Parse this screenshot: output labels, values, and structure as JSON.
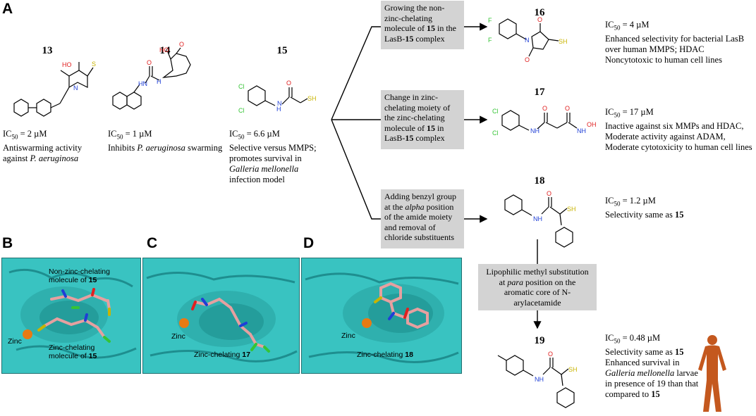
{
  "panels": {
    "A": "A",
    "B": "B",
    "C": "C",
    "D": "D"
  },
  "compounds": {
    "c13": {
      "num": "13",
      "ic50_prefix": "IC",
      "ic50_sub": "50",
      "ic50_value": " = 2 µM",
      "lines": [
        "Antiswarming activity",
        "against "
      ],
      "lines_italic": [
        "",
        "P. aeruginosa"
      ]
    },
    "c14": {
      "num": "14",
      "ic50_prefix": "IC",
      "ic50_sub": "50",
      "ic50_value": " = 1 µM",
      "line1_plain": "Inhibits ",
      "line1_italic": "P. aeruginosa",
      "line1_tail": " swarming"
    },
    "c15": {
      "num": "15",
      "ic50_prefix": "IC",
      "ic50_sub": "50",
      "ic50_value": " = 6.6 µM",
      "line1": "Selective versus MMPS;",
      "line2": "promotes survival in",
      "line3_italic": "Galleria mellonella",
      "line4": "infection model"
    },
    "c16": {
      "num": "16",
      "ic50_prefix": "IC",
      "ic50_sub": "50",
      "ic50_value": " = 4 µM",
      "line1": "Enhanced selectivity for bacterial LasB",
      "line2": "over human MMPS; HDAC",
      "line3": "Noncytotoxic to human cell lines"
    },
    "c17": {
      "num": "17",
      "ic50_prefix": "IC",
      "ic50_sub": "50",
      "ic50_value": " = 17 µM",
      "line1": "Inactive against six MMPs and HDAC,",
      "line2": "Moderate activity against ADAM,",
      "line3": "Moderate cytotoxicity to human cell lines"
    },
    "c18": {
      "num": "18",
      "ic50_prefix": "IC",
      "ic50_sub": "50",
      "ic50_value": " = 1.2 µM",
      "line1_plain": "Selectivity same as ",
      "line1_bold": "15"
    },
    "c19": {
      "num": "19",
      "ic50_prefix": "IC",
      "ic50_sub": "50",
      "ic50_value": " = 0.48 µM",
      "line1_plain": "Selectivity same as ",
      "line1_bold": "15",
      "line2": "Enhanced survival in",
      "line3_italic": "Galleria mellonella",
      "line3_tail": " larvae",
      "line4": "in presence of 19 than that",
      "line5_plain": "compared to ",
      "line5_bold": "15"
    }
  },
  "boxes": {
    "b16": {
      "l1": "Growing the non-",
      "l2": "zinc-chelating",
      "l3_plain": "molecule of ",
      "l3_bold": "15",
      "l3_tail": " in the",
      "l4_plain": "LasB-",
      "l4_bold": "15",
      "l4_tail": " complex"
    },
    "b17": {
      "l1": "Change in zinc-",
      "l2": "chelating moiety of",
      "l3": "the zinc-chelating",
      "l4_plain": "molecule of ",
      "l4_bold": "15",
      "l4_tail": " in",
      "l5_plain": "LasB-",
      "l5_bold": "15",
      "l5_tail": " complex"
    },
    "b18": {
      "l1": "Adding benzyl group",
      "l2_plain": "at the ",
      "l2_italic": "alpha",
      "l2_tail": " position",
      "l3": "of the amide moiety",
      "l4": "and removal of",
      "l5": "chloride substituents"
    },
    "b19": {
      "l1": "Lipophilic methyl substitution",
      "l2_plain": "at ",
      "l2_italic": "para",
      "l2_tail": " position on the",
      "l3": "aromatic core of N-",
      "l4": "arylacetamide"
    }
  },
  "structure_atoms": {
    "F": "F",
    "Cl": "Cl",
    "O": "O",
    "N": "N",
    "HN": "HN",
    "NH": "NH",
    "H": "H",
    "OH": "OH",
    "HO": "HO",
    "SH": "SH",
    "S": "S"
  },
  "docking": {
    "B": {
      "label1": "Non-zinc-chelating",
      "label1b": "molecule of ",
      "label1b_bold": "15",
      "zinc": "Zinc",
      "label2": "Zinc-chelating",
      "label2b": "molecule of ",
      "label2b_bold": "15"
    },
    "C": {
      "zinc": "Zinc",
      "label": "Zinc-chelating ",
      "label_bold": "17"
    },
    "D": {
      "zinc": "Zinc",
      "label": "Zinc-chelating ",
      "label_bold": "18"
    }
  },
  "colors": {
    "surface": "#39c3c1",
    "surface_dark": "#1e8e8f",
    "zinc": "#e87a14",
    "stick": "#e6a0a0",
    "box_bg": "#d3d3d3",
    "nitrogen": "#1f3fd6",
    "oxygen": "#e02020",
    "sulfur": "#c8b400",
    "halogen": "#35c435",
    "human_figure": "#c4581e"
  },
  "icons": {
    "human": "human-figure-icon"
  }
}
